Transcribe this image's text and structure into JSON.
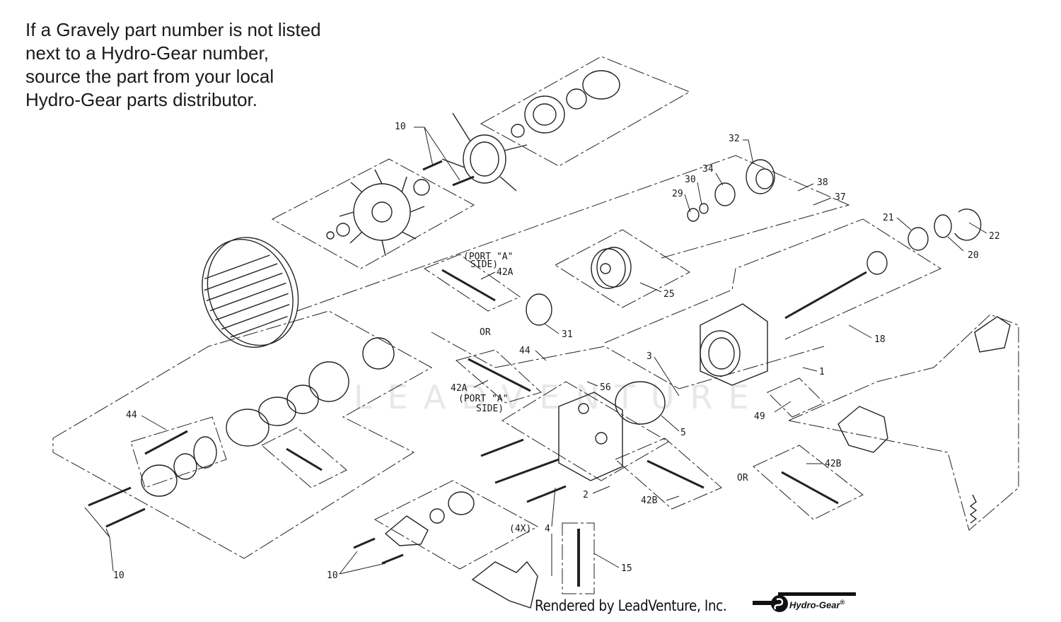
{
  "note_lines": [
    "If a Gravely part number is not listed",
    "next to a Hydro-Gear number,",
    "source the part from your local",
    "Hydro-Gear parts distributor."
  ],
  "watermark": "LEADVENTURE",
  "credit": "Rendered by LeadVenture, Inc.",
  "brand": {
    "name": "Hydro-Gear",
    "mark": "®"
  },
  "callouts": {
    "c1": "1",
    "c2": "2",
    "c3": "3",
    "c4": "4",
    "c4x": "(4X)",
    "c5": "5",
    "c10a": "10",
    "c10b": "10",
    "c10c": "10",
    "c15": "15",
    "c18": "18",
    "c20": "20",
    "c21": "21",
    "c22": "22",
    "c25": "25",
    "c29": "29",
    "c30": "30",
    "c31": "31",
    "c32": "32",
    "c34": "34",
    "c37": "37",
    "c38": "38",
    "c42a_top": "42A",
    "c42a_mid": "42A",
    "c42b_a": "42B",
    "c42b_b": "42B",
    "c44a": "44",
    "c44b": "44",
    "c49": "49",
    "c56": "56",
    "port_a1_l1": "(PORT \"A\"",
    "port_a1_l2": "SIDE)",
    "port_a2_l1": "(PORT \"A\"",
    "port_a2_l2": "SIDE)",
    "or1": "OR",
    "or2": "OR"
  }
}
